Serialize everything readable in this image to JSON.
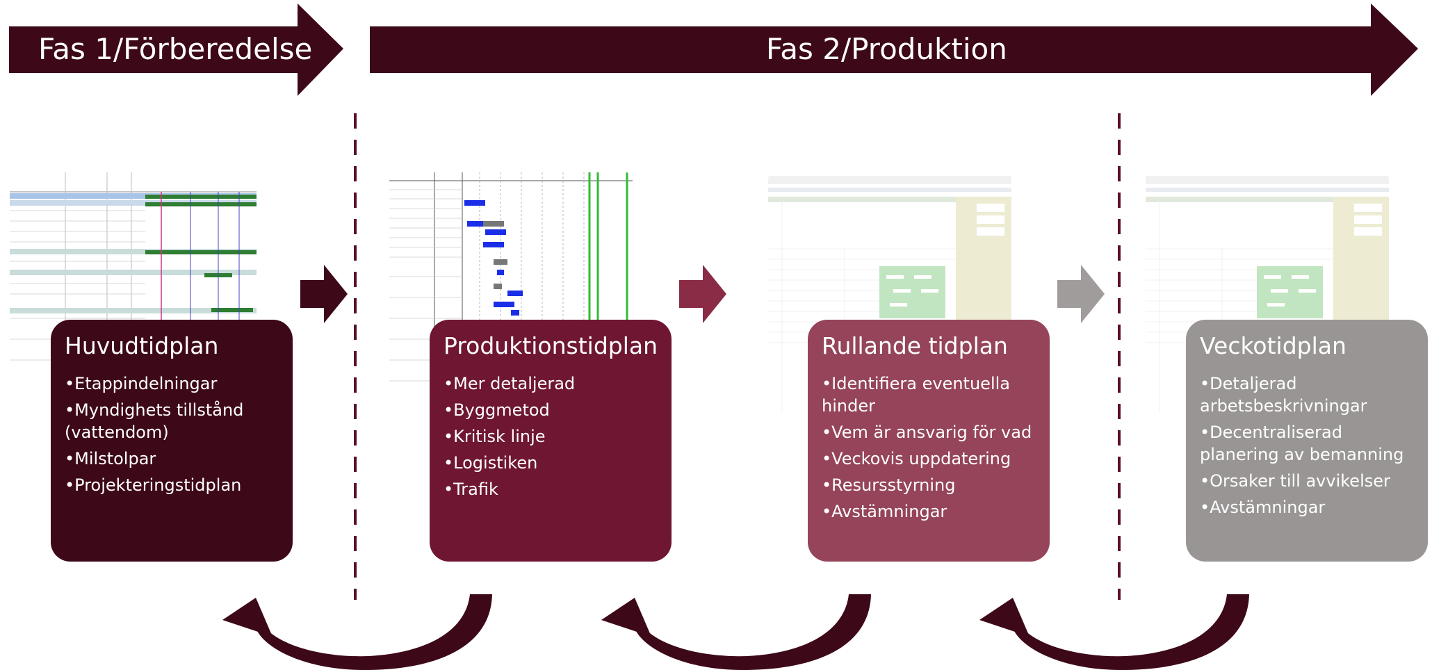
{
  "phases": [
    {
      "label": "Fas 1/Förberedelse"
    },
    {
      "label": "Fas 2/Produktion"
    }
  ],
  "colors": {
    "phase_arrow": "#3d0918",
    "card1": "#3d0918",
    "card2": "#6e1632",
    "card3": "#954459",
    "card4": "#9a9595",
    "arrow1": "#3d0918",
    "arrow2": "#8a2c45",
    "arrow3": "#a19c9c",
    "divider": "#5a0f24"
  },
  "cards": [
    {
      "title": "Huvudtidplan",
      "items": [
        "Etappindelningar",
        "Myndighets tillstånd (vattendom)",
        "Milstolpar",
        "Projekteringstidplan"
      ]
    },
    {
      "title": "Produktionstidplan",
      "items": [
        "Mer detaljerad",
        "Byggmetod",
        "Kritisk linje",
        "Logistiken",
        "Trafik"
      ]
    },
    {
      "title": "Rullande tidplan",
      "items": [
        "Identifiera eventuella hinder",
        "Vem är ansvarig för vad",
        "Veckovis uppdatering",
        "Resursstyrning",
        "Avstämningar"
      ]
    },
    {
      "title": "Veckotidplan",
      "items": [
        "Detaljerad arbetsbeskrivningar",
        "Decentraliserad planering av bemanning",
        "Orsaker till avvikelser",
        "Avstämningar"
      ]
    }
  ],
  "bullet": "•"
}
